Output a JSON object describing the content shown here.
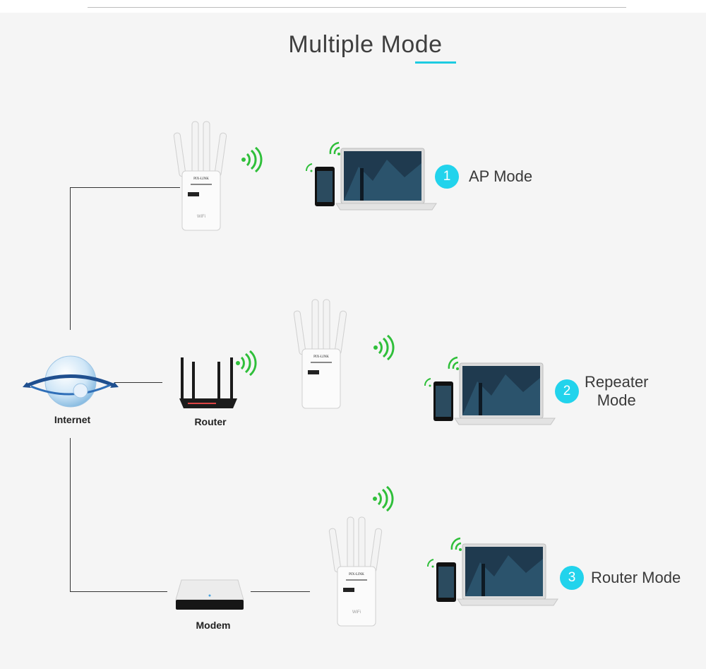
{
  "title": "Multiple Mode",
  "colors": {
    "accent": "#22d3ec",
    "wifi": "#2fbf3a",
    "line": "#333333"
  },
  "labels": {
    "internet": "Internet",
    "router": "Router",
    "modem": "Modem"
  },
  "extender_brand": "PIX-LINK",
  "modes": [
    {
      "number": "1",
      "line1": "AP Mode",
      "line2": ""
    },
    {
      "number": "2",
      "line1": "Repeater",
      "line2": "Mode"
    },
    {
      "number": "3",
      "line1": "Router Mode",
      "line2": ""
    }
  ]
}
